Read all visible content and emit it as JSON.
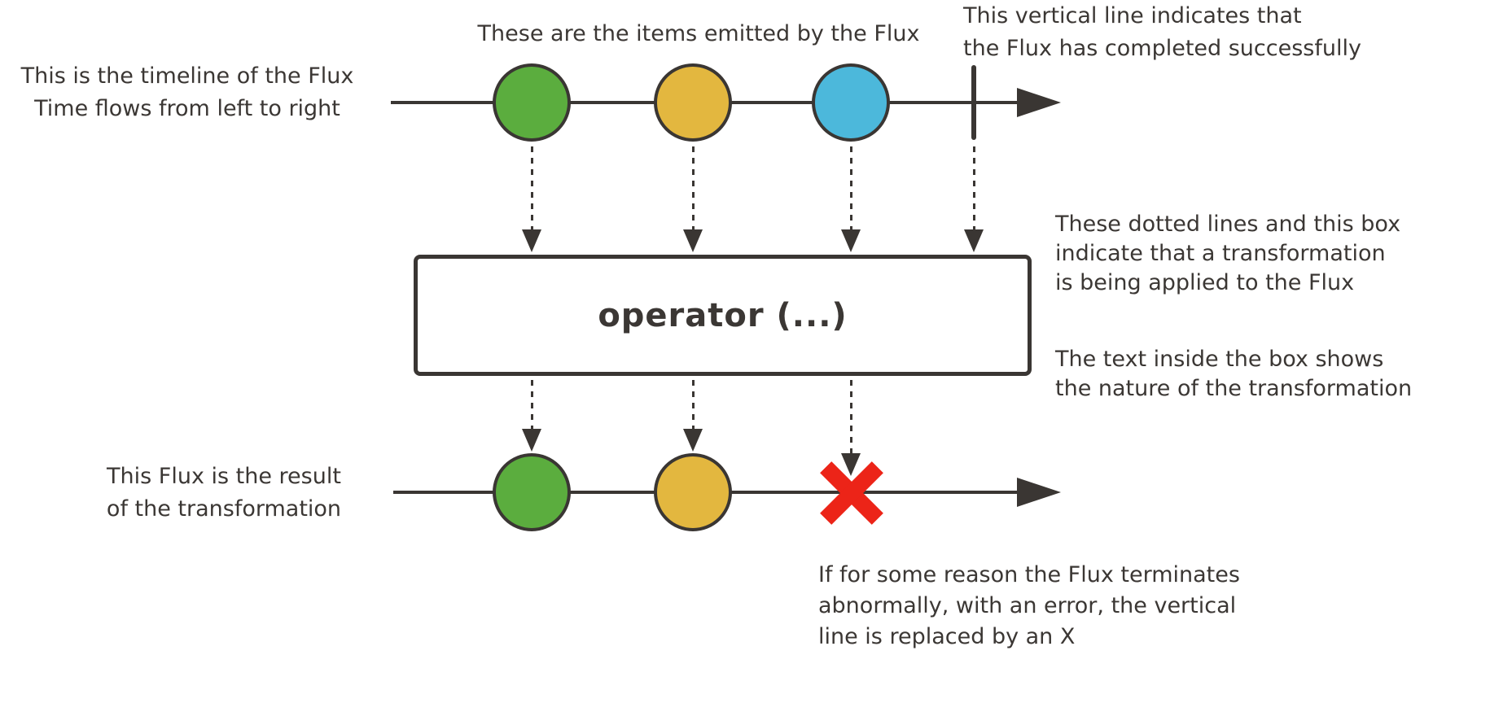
{
  "colors": {
    "stroke": "#3A3633",
    "text": "#3B3734",
    "item_green": "#5BAD3E",
    "item_yellow": "#E3B73F",
    "item_blue": "#4CB8DB",
    "error_red": "#EC2418",
    "box_fill": "#FFFFFF",
    "background": "#FFFFFF"
  },
  "notes": {
    "timeline": {
      "line1": "This is the timeline of the Flux",
      "line2": "Time flows from left to right"
    },
    "items": {
      "line1": "These are the items emitted by the Flux"
    },
    "completion": {
      "line1": "This vertical line indicates that",
      "line2": "the Flux has completed successfully"
    },
    "transformation": {
      "line1": "These dotted lines and this box",
      "line2": "indicate that a transformation",
      "line3": "is being applied to the Flux"
    },
    "operator_text": {
      "line1": "The text inside the box shows",
      "line2": "the nature of the transformation"
    },
    "result": {
      "line1": "This Flux is the result",
      "line2": "of the transformation"
    },
    "error": {
      "line1": "If for some reason the Flux terminates",
      "line2": "abnormally, with an error, the vertical",
      "line3": "line is replaced by an X"
    }
  },
  "operator": {
    "label": "operator (...)"
  },
  "source_flux": {
    "items": [
      "green",
      "yellow",
      "blue"
    ],
    "terminal": "complete"
  },
  "result_flux": {
    "items": [
      "green",
      "yellow"
    ],
    "terminal": "error"
  }
}
